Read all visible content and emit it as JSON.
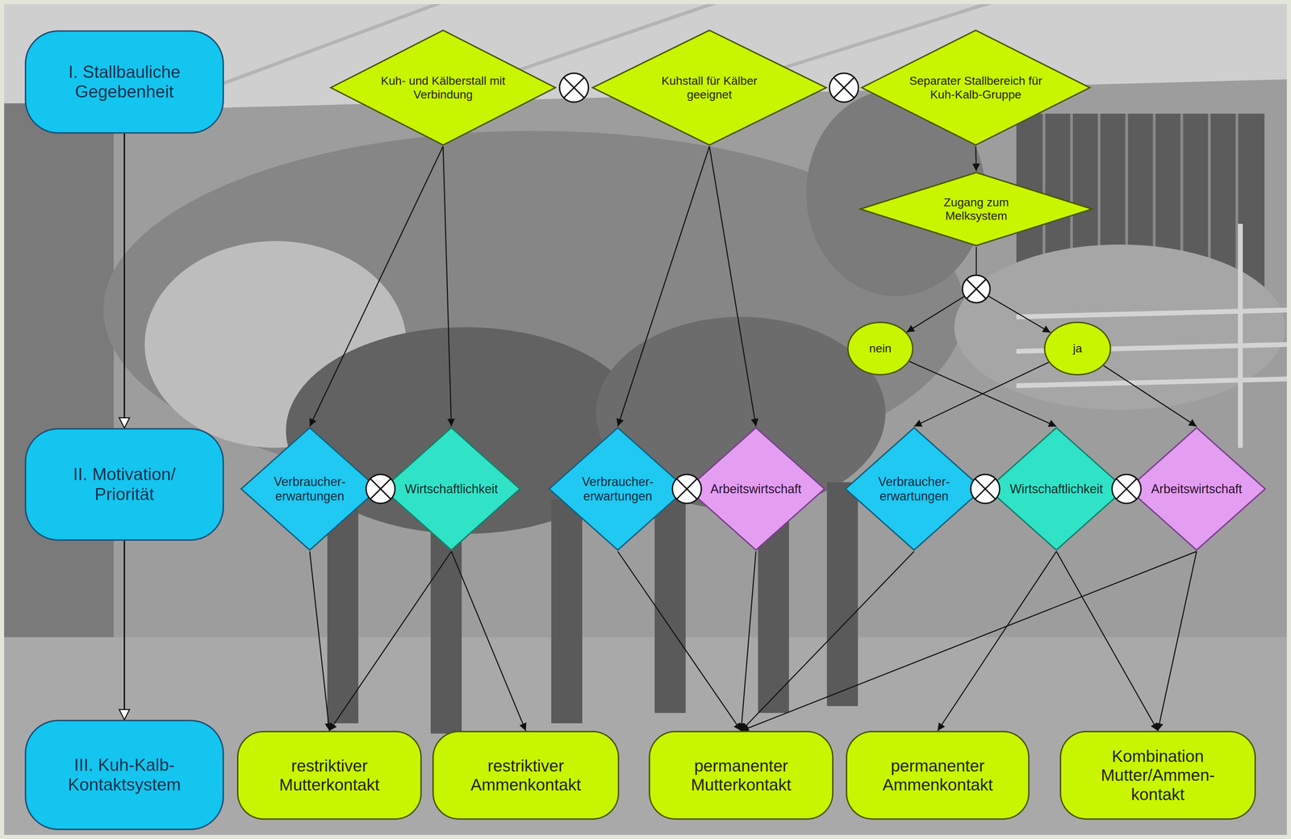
{
  "diagram": {
    "nodes": [
      {
        "text": [
          "I. Stallbauliche Gegebenheit"
        ]
      },
      {
        "text": [
          "Kuh- und Kälberstall mit Verbindung"
        ]
      },
      {
        "text": [
          "Kuhstall für Kälber geeignet"
        ]
      },
      {
        "text": [
          "Separater Stallbereich für Kuh-Kalb-Gruppe"
        ]
      },
      {
        "text": [
          "Zugang zum Melksystem"
        ]
      },
      {
        "text": [
          "nein"
        ]
      },
      {
        "text": [
          "ja"
        ]
      },
      {
        "text": [
          "II. Motivation/ Priorität"
        ]
      },
      {
        "text": [
          "Verbraucher- erwartungen"
        ]
      },
      {
        "text": [
          "Wirtschaftlichkeit"
        ]
      },
      {
        "text": [
          "Verbraucher- erwartungen"
        ]
      },
      {
        "text": [
          "Arbeitswirtschaft"
        ]
      },
      {
        "text": [
          "Verbraucher- erwartungen"
        ]
      },
      {
        "text": [
          "Wirtschaftlichkeit"
        ]
      },
      {
        "text": [
          "Arbeitswirtschaft"
        ]
      },
      {
        "text": [
          "III. Kuh-Kalb- Kontaktsystem"
        ]
      },
      {
        "text": [
          "restriktiver Mutterkontakt"
        ]
      },
      {
        "text": [
          "restriktiver Ammenkontakt"
        ]
      },
      {
        "text": [
          "permanenter Mutterkontakt"
        ]
      },
      {
        "text": [
          "permanenter Ammenkontakt"
        ]
      },
      {
        "text": [
          "Kombination Mutter/Ammen- kontakt"
        ]
      }
    ],
    "edges": [
      {
        "from": 0,
        "to": 7,
        "arrow": "to"
      },
      {
        "from": 1,
        "to": 8,
        "arrow": "to"
      },
      {
        "from": 1,
        "to": 9,
        "arrow": "to"
      },
      {
        "from": 2,
        "to": 10,
        "arrow": "to"
      },
      {
        "from": 2,
        "to": 11,
        "arrow": "to"
      },
      {
        "from": 3,
        "to": 4,
        "arrow": "to"
      },
      {
        "from": 4,
        "to": 5,
        "arrow": "to"
      },
      {
        "from": 4,
        "to": 6,
        "arrow": "to"
      },
      {
        "from": 5,
        "to": 13,
        "arrow": "to"
      },
      {
        "from": 6,
        "to": 12,
        "arrow": "to"
      },
      {
        "from": 6,
        "to": 14,
        "arrow": "to"
      },
      {
        "from": 7,
        "to": 15,
        "arrow": "to"
      },
      {
        "from": 8,
        "to": 16,
        "arrow": "to"
      },
      {
        "from": 9,
        "to": 16,
        "arrow": "to"
      },
      {
        "from": 9,
        "to": 17,
        "arrow": "to"
      },
      {
        "from": 10,
        "to": 18,
        "arrow": "to"
      },
      {
        "from": 11,
        "to": 18,
        "arrow": "to"
      },
      {
        "from": 12,
        "to": 18,
        "arrow": "to"
      },
      {
        "from": 13,
        "to": 19,
        "arrow": "to"
      },
      {
        "from": 13,
        "to": 20,
        "arrow": "to"
      },
      {
        "from": 14,
        "to": 18,
        "arrow": "to"
      },
      {
        "from": 14,
        "to": 20,
        "arrow": "to"
      }
    ]
  }
}
